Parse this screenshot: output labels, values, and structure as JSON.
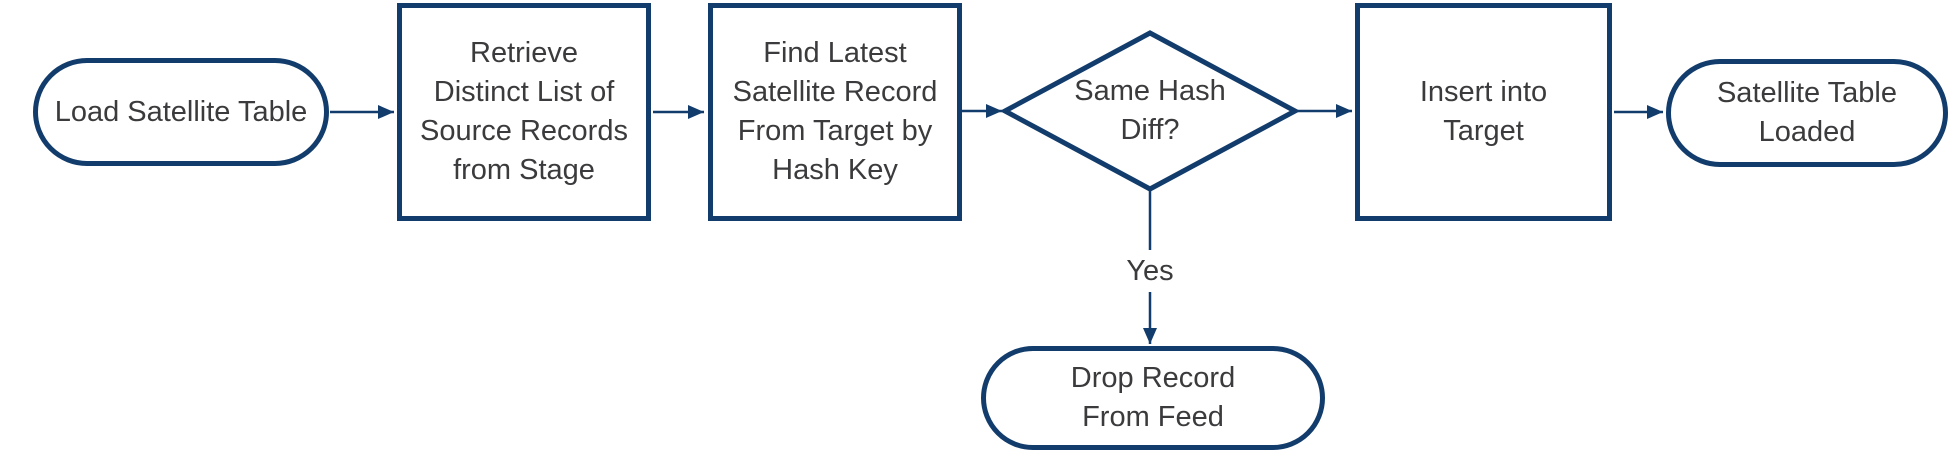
{
  "diagram": {
    "background_color": "#FFFFFF",
    "shape_stroke_color": "#123C6C",
    "text_color": "#3B3B3D",
    "nodes": {
      "start": {
        "type": "terminator",
        "label": "Load Satellite Table"
      },
      "retrieve_distinct": {
        "type": "process",
        "label": "Retrieve\nDistinct List of\nSource Records\nfrom Stage"
      },
      "find_latest": {
        "type": "process",
        "label": "Find Latest\nSatellite Record\nFrom Target by\nHash Key"
      },
      "same_hash_diff": {
        "type": "decision",
        "label": "Same Hash\nDiff?"
      },
      "insert_into_target": {
        "type": "process",
        "label": "Insert into\nTarget"
      },
      "satellite_table_loaded": {
        "type": "terminator",
        "label": "Satellite Table\nLoaded"
      },
      "drop_record_from_feed": {
        "type": "terminator",
        "label": "Drop Record\nFrom Feed"
      }
    },
    "edges": [
      {
        "from": "start",
        "to": "retrieve_distinct",
        "label": ""
      },
      {
        "from": "retrieve_distinct",
        "to": "find_latest",
        "label": ""
      },
      {
        "from": "find_latest",
        "to": "same_hash_diff",
        "label": ""
      },
      {
        "from": "same_hash_diff",
        "to": "insert_into_target",
        "label": ""
      },
      {
        "from": "insert_into_target",
        "to": "satellite_table_loaded",
        "label": ""
      },
      {
        "from": "same_hash_diff",
        "to": "drop_record_from_feed",
        "label": "Yes"
      }
    ]
  }
}
